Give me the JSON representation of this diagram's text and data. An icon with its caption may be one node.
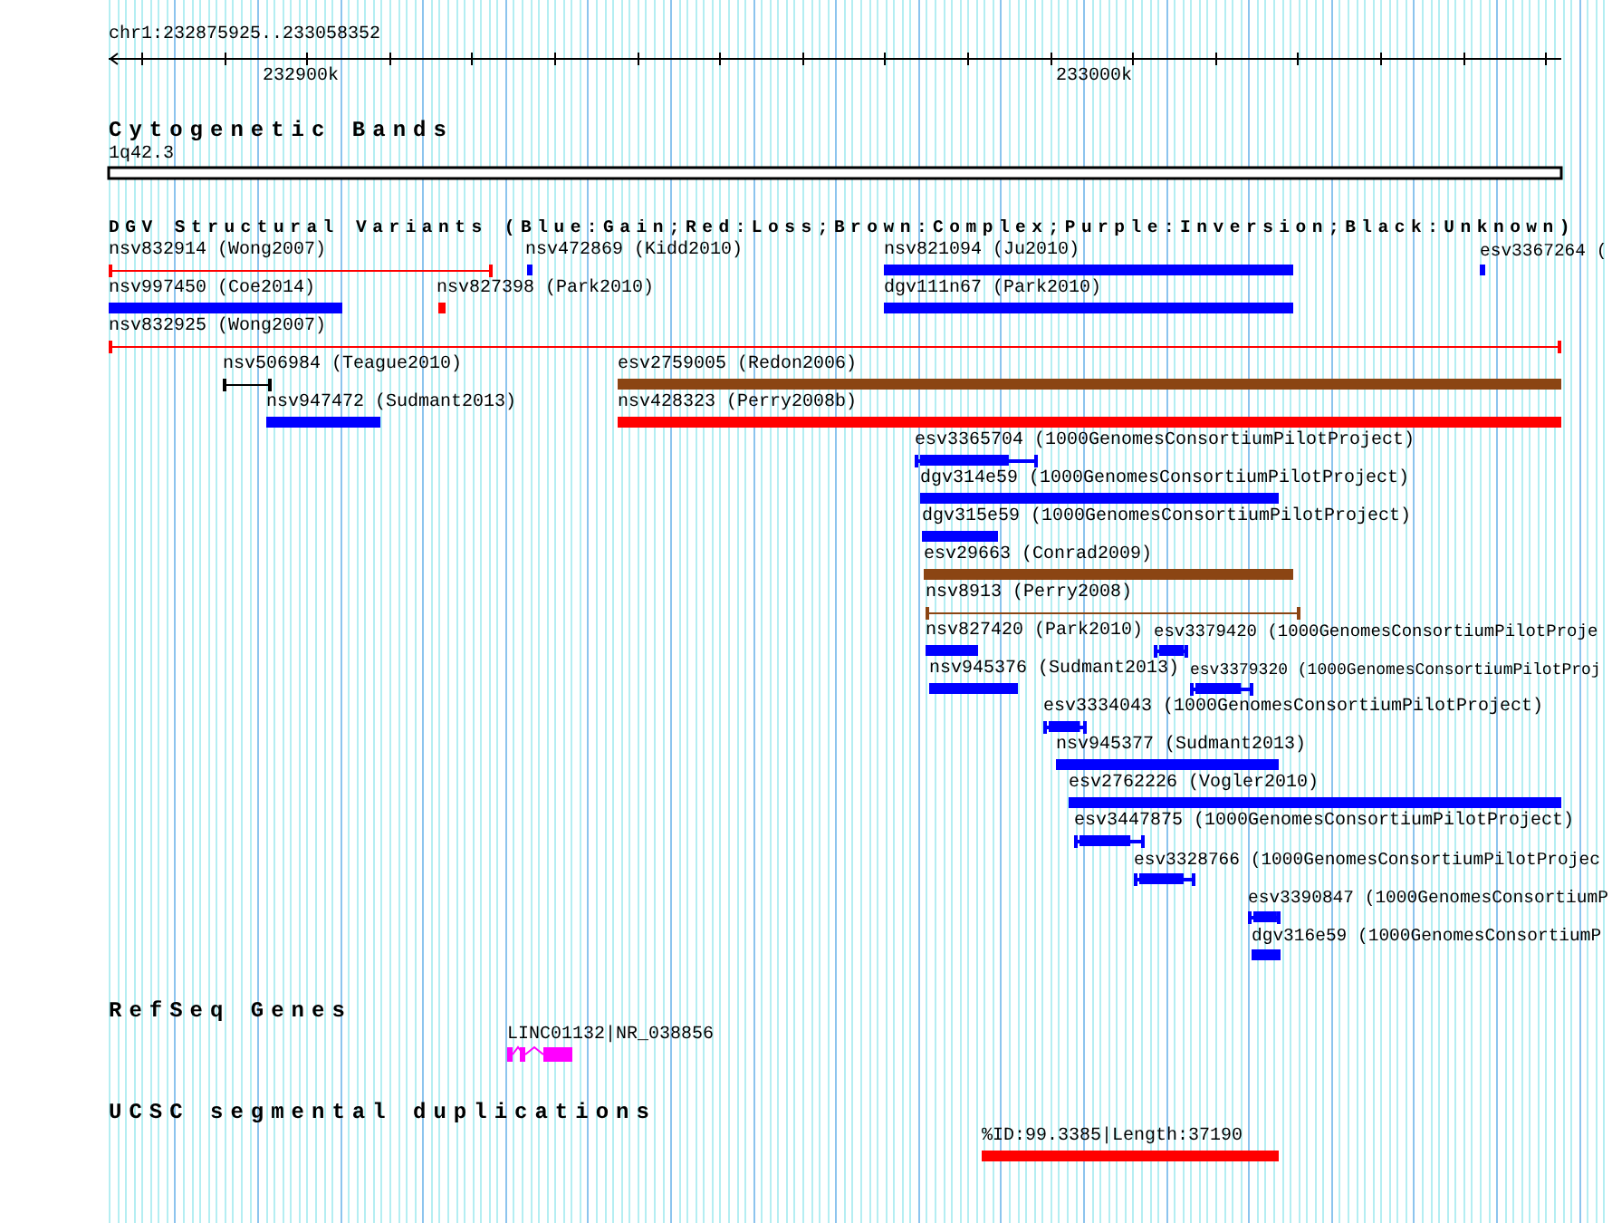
{
  "diagram": {
    "labels": [
      "chr1:232875925..233058352",
      "232900k",
      "233000k",
      "Cytogenetic Bands",
      "1q42.3",
      "DGV Structural Variants (Blue:Gain;Red:Loss;Brown:Complex;Purple:Inversion;Black:Unknown)",
      "nsv832914 (Wong2007)",
      "nsv472869 (Kidd2010)",
      "nsv821094 (Ju2010)",
      "esv3367264 (",
      "nsv997450 (Coe2014)",
      "nsv827398 (Park2010)",
      "dgv111n67 (Park2010)",
      "nsv832925 (Wong2007)",
      "nsv506984 (Teague2010)",
      "esv2759005 (Redon2006)",
      "nsv947472 (Sudmant2013)",
      "nsv428323 (Perry2008b)",
      "esv3365704 (1000GenomesConsortiumPilotProject)",
      "dgv314e59 (1000GenomesConsortiumPilotProject)",
      "dgv315e59 (1000GenomesConsortiumPilotProject)",
      "esv29663 (Conrad2009)",
      "nsv8913 (Perry2008)",
      "nsv827420 (Park2010)",
      "esv3379420 (1000GenomesConsortiumPilotProje",
      "nsv945376 (Sudmant2013)",
      "esv3379320 (1000GenomesConsortiumPilotProj",
      "esv3334043 (1000GenomesConsortiumPilotProject)",
      "nsv945377 (Sudmant2013)",
      "esv2762226 (Vogler2010)",
      "esv3447875 (1000GenomesConsortiumPilotProject)",
      "esv3328766 (1000GenomesConsortiumPilotProjec",
      "esv3390847 (1000GenomesConsortiumP",
      "dgv316e59 (1000GenomesConsortiumP",
      "RefSeq Genes",
      "LINC01132|NR_038856",
      "UCSC segmental duplications",
      "%ID:99.3385|Length:37190"
    ]
  }
}
